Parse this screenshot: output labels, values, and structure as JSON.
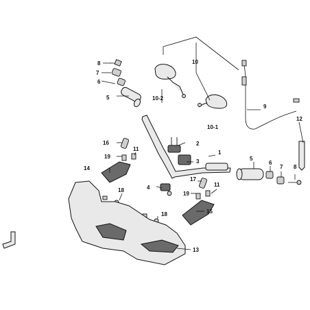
{
  "labels": {
    "l1": "1",
    "l2": "2",
    "l3": "3",
    "l4": "4",
    "l5a": "5",
    "l5b": "5",
    "l6a": "6",
    "l6b": "6",
    "l7a": "7",
    "l7b": "7",
    "l8a": "8",
    "l8b": "8",
    "l9": "9",
    "l10": "10",
    "l10_1": "10-1",
    "l10_2": "10-2",
    "l11a": "11",
    "l11b": "11",
    "l12": "12",
    "l13": "13",
    "l14": "14",
    "l15": "15",
    "l16": "16",
    "l17": "17",
    "l18a": "18",
    "l18b": "18",
    "l19a": "19",
    "l19b": "19"
  }
}
